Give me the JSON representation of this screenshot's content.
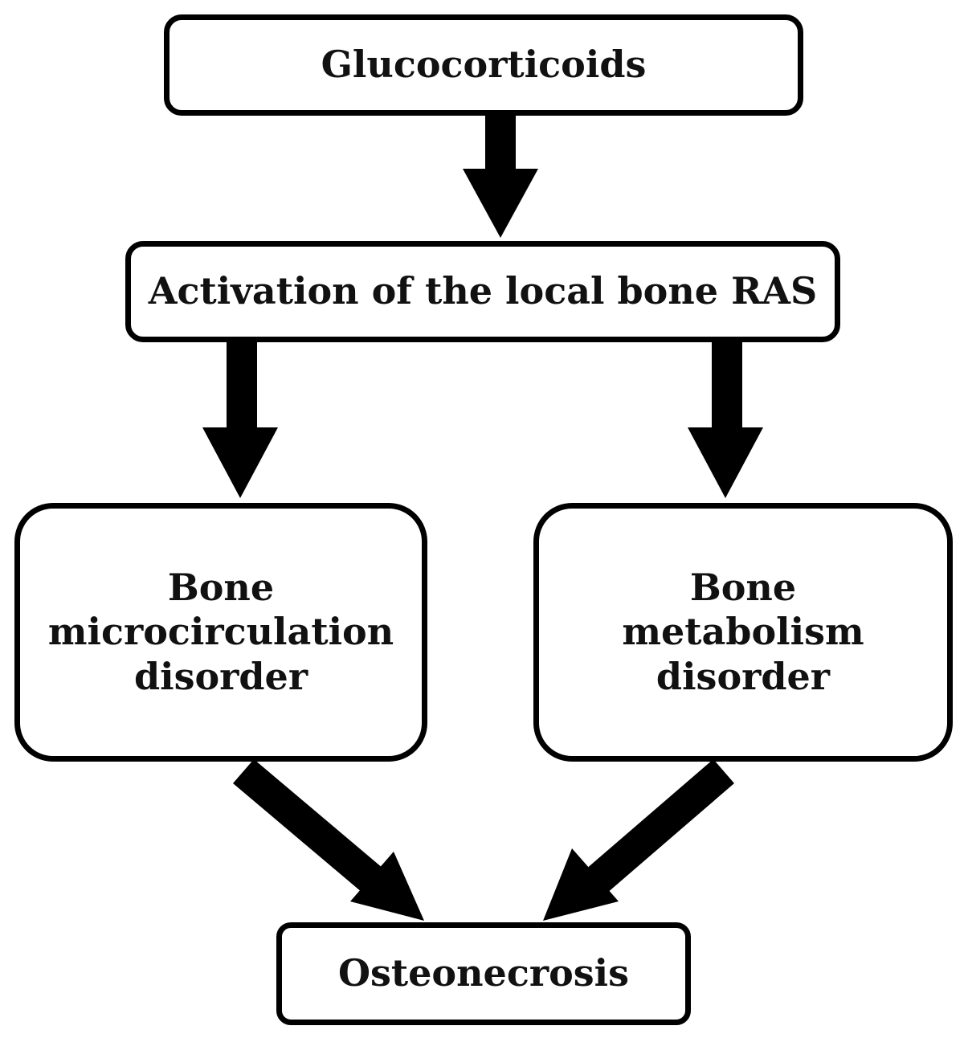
{
  "diagram": {
    "nodes": {
      "glucocorticoids": {
        "label": "Glucocorticoids"
      },
      "ras_activation": {
        "label": "Activation of the local bone RAS"
      },
      "microcirculation": {
        "lines": [
          "Bone",
          "microcirculation",
          "disorder"
        ]
      },
      "metabolism": {
        "lines": [
          "Bone",
          "metabolism",
          "disorder"
        ]
      },
      "osteonecrosis": {
        "label": "Osteonecrosis"
      }
    },
    "edges": [
      {
        "from": "glucocorticoids",
        "to": "ras_activation"
      },
      {
        "from": "ras_activation",
        "to": "microcirculation"
      },
      {
        "from": "ras_activation",
        "to": "metabolism"
      },
      {
        "from": "microcirculation",
        "to": "osteonecrosis"
      },
      {
        "from": "metabolism",
        "to": "osteonecrosis"
      }
    ],
    "colors": {
      "stroke": "#000000",
      "text": "#111111",
      "background": "#ffffff"
    }
  }
}
